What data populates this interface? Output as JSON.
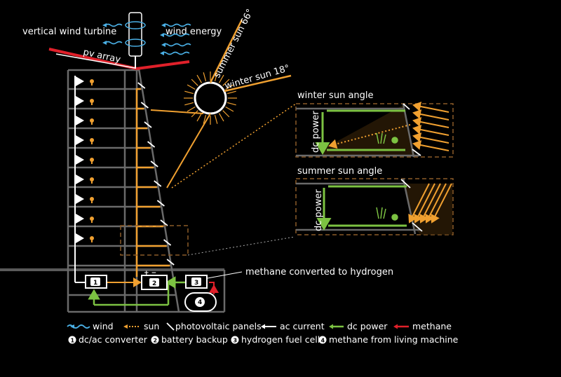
{
  "labels": {
    "turbine": "vertical wind turbine",
    "wind_energy": "wind energy",
    "pv_array": "pv array",
    "summer_sun": "summer sun 66°",
    "winter_sun": "winter sun 18°",
    "winter_angle": "winter sun angle",
    "summer_angle": "summer sun angle",
    "dc_power_vertical": "dc power",
    "methane_callout": "methane converted to hydrogen",
    "comp1": "1",
    "comp2": "2",
    "comp3": "3",
    "comp4": "4"
  },
  "legend_lines": [
    {
      "name": "wind",
      "label": "wind"
    },
    {
      "name": "sun",
      "label": "sun"
    },
    {
      "name": "photovoltaic-panels",
      "label": "photovoltaic panels"
    },
    {
      "name": "ac-current",
      "label": "ac current"
    },
    {
      "name": "dc-power",
      "label": "dc power"
    },
    {
      "name": "methane",
      "label": "methane"
    }
  ],
  "legend_components": [
    {
      "num": "1",
      "label": "dc/ac converter"
    },
    {
      "num": "2",
      "label": "battery backup"
    },
    {
      "num": "3",
      "label": "hydrogen fuel cell"
    },
    {
      "num": "4",
      "label": "methane from living machine"
    }
  ],
  "colors": {
    "sun": "#f0a030",
    "dc": "#7cc242",
    "methane": "#e0202a",
    "wind": "#4ab0e6",
    "ac": "#ffffff",
    "structure": "#6a6a6a",
    "dashed_box": "#8a5a28"
  }
}
